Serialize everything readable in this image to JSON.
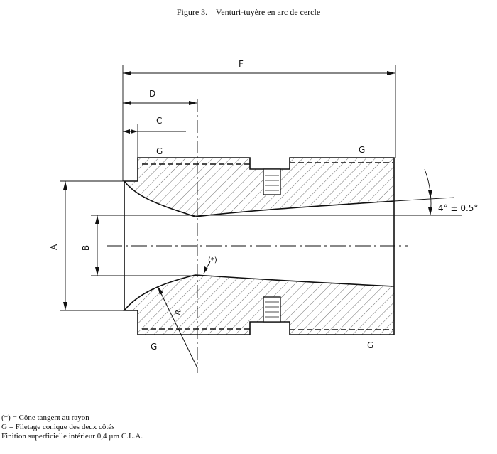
{
  "figure": {
    "title": "Figure 3. – Venturi-tuyère en arc de cercle"
  },
  "dimensions": {
    "A": "A",
    "B": "B",
    "C": "C",
    "D": "D",
    "F": "F",
    "G_top_left": "G",
    "G_top_right": "G",
    "G_bottom_left": "G",
    "G_bottom_right": "G",
    "R": "R",
    "tangent_mark": "(*)",
    "angle": "4° ± 0.5°"
  },
  "notes": [
    "(*) = Cône tangent au rayon",
    "G = Filetage conique des deux côtés",
    "Finition superficielle intérieur 0,4 µm C.L.A."
  ]
}
